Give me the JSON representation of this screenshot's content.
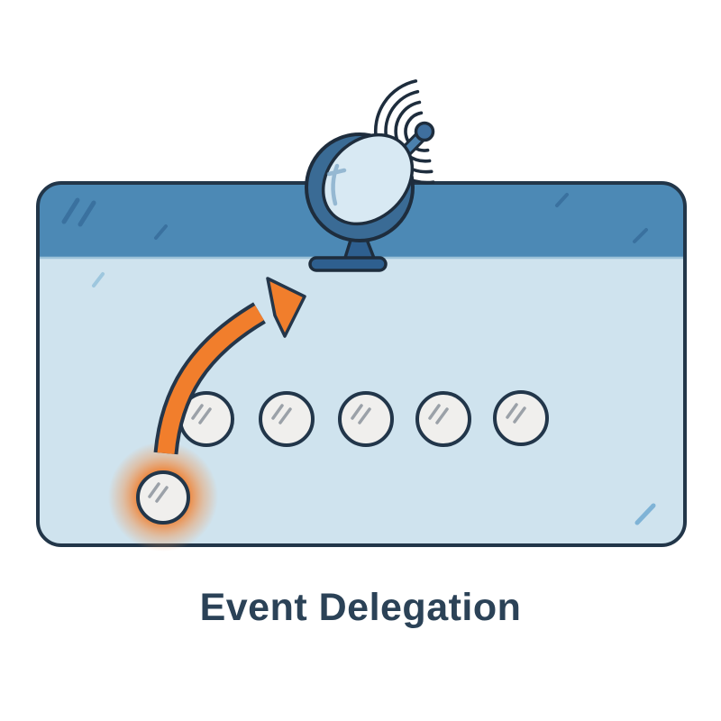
{
  "title": "Event Delegation",
  "colors": {
    "background": "#ffffff",
    "outline": "#223649",
    "header_blue": "#4c89b5",
    "body_blue": "#cfe3ee",
    "dish_dark": "#3a6b95",
    "dish_face": "#d8e9f3",
    "pedestal_blue": "#2e5f8f",
    "rod_blue": "#4b80ad",
    "arrow_orange": "#f17e2c",
    "glow_orange": "#f08030",
    "child_circle_fill": "#f0efed",
    "child_circle_stroke": "#22364a",
    "slash_gray": "#9ba1a8",
    "header_slash_blue": "#3a719f",
    "body_slash_blue": "#8fbdd9",
    "title_color": "#2b4257"
  },
  "icons": {
    "broadcaster": "satellite-dish-icon",
    "event_path": "curved-arrow-icon",
    "children": "child-element-circle",
    "source": "event-source-circle"
  },
  "child_circle_count": "5"
}
